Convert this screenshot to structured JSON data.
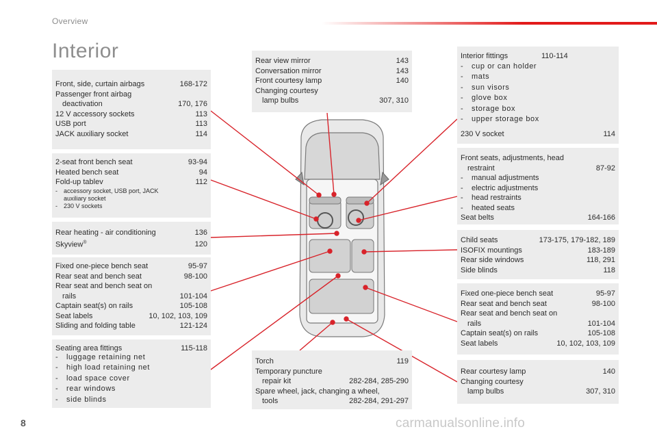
{
  "header": {
    "section": "Overview"
  },
  "title": "Interior",
  "page_number": "8",
  "watermark": "carmanualsonline.info",
  "colors": {
    "accent": "#e21a1a",
    "box_bg": "#ececec",
    "callout_line": "#d8232a"
  },
  "left": {
    "airbags": [
      {
        "label": "Front, side, curtain airbags",
        "pages": "168-172"
      },
      {
        "label": "Passenger front airbag",
        "label2": "deactivation",
        "pages": "170, 176"
      },
      {
        "label": "12 V accessory sockets",
        "pages": "113"
      },
      {
        "label": "USB port",
        "pages": "113"
      },
      {
        "label": "JACK auxiliary socket",
        "pages": "114"
      }
    ],
    "front_bench": {
      "rows": [
        {
          "label": "2-seat front bench seat",
          "pages": "93-94"
        },
        {
          "label": "Heated bench seat",
          "pages": "94"
        },
        {
          "label": "Fold-up tablev",
          "pages": "112"
        }
      ],
      "sub_1a": "accessory socket, USB port, JACK",
      "sub_1b": "auxiliary socket",
      "sub_2": "230 V sockets"
    },
    "heating": [
      {
        "label": "Rear heating - air conditioning",
        "pages": "136"
      },
      {
        "label": "Skyview",
        "sup": "®",
        "pages": "120"
      }
    ],
    "bench": [
      {
        "label": "Fixed one-piece bench seat",
        "pages": "95-97"
      },
      {
        "label": "Rear seat and bench seat",
        "pages": "98-100"
      },
      {
        "label": "Rear seat and bench seat on",
        "label2": "rails",
        "pages": "101-104"
      },
      {
        "label": "Captain seat(s) on rails",
        "pages": "105-108"
      },
      {
        "label": "Seat labels",
        "pages": "10, 102, 103, 109"
      },
      {
        "label": "Sliding and folding table",
        "pages": "121-124"
      }
    ],
    "seating_area": {
      "label": "Seating area fittings",
      "pages": "115-118",
      "items": [
        "luggage retaining net",
        "high load retaining net",
        "load space cover",
        "rear windows",
        "side blinds"
      ]
    }
  },
  "center": {
    "mirrors": [
      {
        "label": "Rear view mirror",
        "pages": "143"
      },
      {
        "label": "Conversation mirror",
        "pages": "143"
      },
      {
        "label": "Front courtesy lamp",
        "pages": "140"
      },
      {
        "label": "Changing courtesy",
        "label2": "lamp bulbs",
        "pages": "307, 310"
      }
    ],
    "tools": [
      {
        "label": "Torch",
        "pages": "119"
      },
      {
        "label": "Temporary puncture",
        "label2": "repair kit",
        "pages": "282-284, 285-290"
      },
      {
        "label": "Spare wheel, jack, changing a wheel,",
        "label2": "tools",
        "pages": "282-284, 291-297"
      }
    ]
  },
  "right": {
    "fittings": {
      "label": "Interior fittings",
      "pages": "110-114",
      "items": [
        "cup or can holder",
        "mats",
        "sun visors",
        "glove box",
        "storage box",
        "upper storage box"
      ],
      "socket_label": "230 V socket",
      "socket_pages": "114"
    },
    "front_seats": {
      "label": "Front seats, adjustments, head",
      "label2": "restraint",
      "pages": "87-92",
      "items": [
        "manual adjustments",
        "electric adjustments",
        "head restraints",
        "heated seats"
      ],
      "belts_label": "Seat belts",
      "belts_pages": "164-166"
    },
    "child": [
      {
        "label": "Child seats",
        "pages": "173-175, 179-182, 189"
      },
      {
        "label": "ISOFIX mountings",
        "pages": "183-189"
      },
      {
        "label": "Rear side windows",
        "pages": "118, 291"
      },
      {
        "label": "Side blinds",
        "pages": "118"
      }
    ],
    "bench": [
      {
        "label": "Fixed one-piece bench seat",
        "pages": "95-97"
      },
      {
        "label": "Rear seat and bench seat",
        "pages": "98-100"
      },
      {
        "label": "Rear seat and bench seat on",
        "label2": "rails",
        "pages": "101-104"
      },
      {
        "label": "Captain seat(s) on rails",
        "pages": "105-108"
      },
      {
        "label": "Seat labels",
        "pages": "10, 102, 103, 109"
      }
    ],
    "courtesy": [
      {
        "label": "Rear courtesy lamp",
        "pages": "140"
      },
      {
        "label": "Changing courtesy",
        "label2": "lamp bulbs",
        "pages": "307, 310"
      }
    ]
  }
}
